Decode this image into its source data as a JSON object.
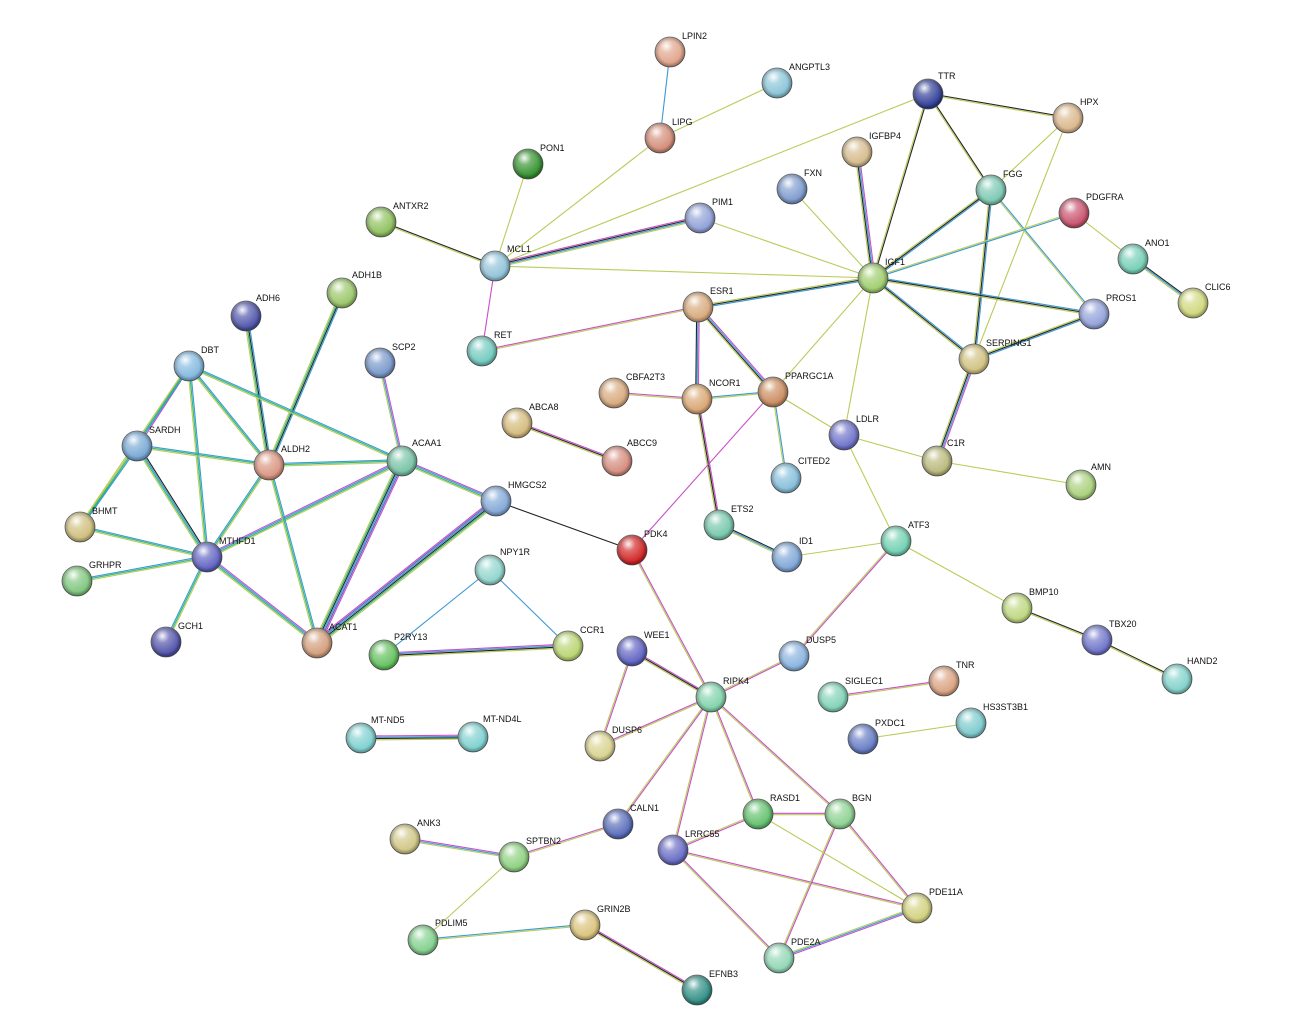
{
  "nodes": [
    {
      "id": "LPIN2",
      "color": "#e0a187"
    },
    {
      "id": "ANGPTL3",
      "color": "#86c3d6"
    },
    {
      "id": "TTR",
      "color": "#2c3a94"
    },
    {
      "id": "HPX",
      "color": "#d8b589"
    },
    {
      "id": "LIPG",
      "color": "#d28a75"
    },
    {
      "id": "PON1",
      "color": "#2f8f2a"
    },
    {
      "id": "IGFBP4",
      "color": "#d4b98a"
    },
    {
      "id": "FXN",
      "color": "#7a98cc"
    },
    {
      "id": "FGG",
      "color": "#77c7b0"
    },
    {
      "id": "PDGFRA",
      "color": "#c84e6a"
    },
    {
      "id": "ANTXR2",
      "color": "#8cbf5a"
    },
    {
      "id": "PIM1",
      "color": "#8d9ed6"
    },
    {
      "id": "ANO1",
      "color": "#72cdb4"
    },
    {
      "id": "MCL1",
      "color": "#8ec1d8"
    },
    {
      "id": "IGF1",
      "color": "#9ccc6a"
    },
    {
      "id": "CLIC6",
      "color": "#cfd77a"
    },
    {
      "id": "ADH1B",
      "color": "#98c566"
    },
    {
      "id": "ADH6",
      "color": "#4a50a8"
    },
    {
      "id": "ESR1",
      "color": "#d6a779"
    },
    {
      "id": "PROS1",
      "color": "#8f9fd9"
    },
    {
      "id": "RET",
      "color": "#6ec8bd"
    },
    {
      "id": "SCP2",
      "color": "#7495c8"
    },
    {
      "id": "SERPING1",
      "color": "#cfc07e"
    },
    {
      "id": "DBT",
      "color": "#7fb6de"
    },
    {
      "id": "CBFA2T3",
      "color": "#d7a77a"
    },
    {
      "id": "NCOR1",
      "color": "#d8a46f"
    },
    {
      "id": "PPARGC1A",
      "color": "#c98a5c"
    },
    {
      "id": "ABCA8",
      "color": "#d3b979"
    },
    {
      "id": "LDLR",
      "color": "#6b6fc8"
    },
    {
      "id": "SARDH",
      "color": "#74a6d3"
    },
    {
      "id": "ALDH2",
      "color": "#d9927d"
    },
    {
      "id": "ACAA1",
      "color": "#73c1a4"
    },
    {
      "id": "ABCC9",
      "color": "#d4897b"
    },
    {
      "id": "C1R",
      "color": "#b7b778"
    },
    {
      "id": "CITED2",
      "color": "#82bdd9"
    },
    {
      "id": "AMN",
      "color": "#a7cf78"
    },
    {
      "id": "HMGCS2",
      "color": "#7fa5d6"
    },
    {
      "id": "BHMT",
      "color": "#cdbd7a"
    },
    {
      "id": "ETS2",
      "color": "#73c6a9"
    },
    {
      "id": "ATF3",
      "color": "#6fcfb0"
    },
    {
      "id": "MTHFD1",
      "color": "#5b5ec0"
    },
    {
      "id": "PDK4",
      "color": "#d01f1f"
    },
    {
      "id": "ID1",
      "color": "#7ba3d6"
    },
    {
      "id": "NPY1R",
      "color": "#8dd4cc"
    },
    {
      "id": "GRHPR",
      "color": "#7cc47a"
    },
    {
      "id": "BMP10",
      "color": "#bcd67c"
    },
    {
      "id": "TBX20",
      "color": "#6a70c8"
    },
    {
      "id": "GCH1",
      "color": "#4d4ea8"
    },
    {
      "id": "ACAT1",
      "color": "#d19b78"
    },
    {
      "id": "P2RY13",
      "color": "#5fbf5a"
    },
    {
      "id": "CCR1",
      "color": "#b7d36e"
    },
    {
      "id": "WEE1",
      "color": "#5b5ec0"
    },
    {
      "id": "DUSP5",
      "color": "#86b1de"
    },
    {
      "id": "TNR",
      "color": "#d9a07f"
    },
    {
      "id": "HAND2",
      "color": "#7fd1c9"
    },
    {
      "id": "SIGLEC1",
      "color": "#7ed1b4"
    },
    {
      "id": "RIPK4",
      "color": "#7ed1aa"
    },
    {
      "id": "HS3ST3B1",
      "color": "#79c9cc"
    },
    {
      "id": "PXDC1",
      "color": "#6278c3"
    },
    {
      "id": "MT-ND5",
      "color": "#7ccfcf"
    },
    {
      "id": "MT-ND4L",
      "color": "#7ccfcf"
    },
    {
      "id": "DUSP6",
      "color": "#d8d28d"
    },
    {
      "id": "RASD1",
      "color": "#5fbf6a"
    },
    {
      "id": "BGN",
      "color": "#8ad08f"
    },
    {
      "id": "CALN1",
      "color": "#5468b8"
    },
    {
      "id": "ANK3",
      "color": "#cfc583"
    },
    {
      "id": "SPTBN2",
      "color": "#8bcf7c"
    },
    {
      "id": "LRRC55",
      "color": "#6467c2"
    },
    {
      "id": "PDE11A",
      "color": "#d1d07c"
    },
    {
      "id": "GRIN2B",
      "color": "#d8c178"
    },
    {
      "id": "PDLIM5",
      "color": "#7fcf8a"
    },
    {
      "id": "PDE2A",
      "color": "#8fd5b4"
    },
    {
      "id": "EFNB3",
      "color": "#2b8c83"
    }
  ],
  "edges": [
    {
      "a": "LPIN2",
      "b": "LIPG",
      "c": [
        "#3a9ad6"
      ]
    },
    {
      "a": "ANGPTL3",
      "b": "LIPG",
      "c": [
        "#b9cc5a"
      ]
    },
    {
      "a": "LIPG",
      "b": "MCL1",
      "c": [
        "#b9cc5a"
      ]
    },
    {
      "a": "PON1",
      "b": "MCL1",
      "c": [
        "#b9cc5a"
      ]
    },
    {
      "a": "TTR",
      "b": "MCL1",
      "c": [
        "#b9cc5a"
      ]
    },
    {
      "a": "TTR",
      "b": "HPX",
      "c": [
        "#222222",
        "#b9cc5a"
      ]
    },
    {
      "a": "TTR",
      "b": "IGF1",
      "c": [
        "#222222",
        "#b9cc5a"
      ]
    },
    {
      "a": "TTR",
      "b": "FGG",
      "c": [
        "#222222",
        "#b9cc5a"
      ]
    },
    {
      "a": "HPX",
      "b": "FGG",
      "c": [
        "#b9cc5a"
      ]
    },
    {
      "a": "HPX",
      "b": "SERPING1",
      "c": [
        "#b9cc5a"
      ]
    },
    {
      "a": "ANTXR2",
      "b": "MCL1",
      "c": [
        "#222222",
        "#b9cc5a"
      ]
    },
    {
      "a": "MCL1",
      "b": "PIM1",
      "c": [
        "#c94fc9",
        "#222222",
        "#3a9ad6",
        "#b9cc5a"
      ]
    },
    {
      "a": "MCL1",
      "b": "IGF1",
      "c": [
        "#b9cc5a"
      ]
    },
    {
      "a": "MCL1",
      "b": "RET",
      "c": [
        "#c94fc9"
      ]
    },
    {
      "a": "PIM1",
      "b": "IGF1",
      "c": [
        "#b9cc5a"
      ]
    },
    {
      "a": "IGFBP4",
      "b": "IGF1",
      "c": [
        "#c94fc9",
        "#3a9ad6",
        "#222222",
        "#b9cc5a"
      ]
    },
    {
      "a": "FXN",
      "b": "IGF1",
      "c": [
        "#b9cc5a"
      ]
    },
    {
      "a": "FGG",
      "b": "IGF1",
      "c": [
        "#3a9ad6",
        "#222222",
        "#b9cc5a"
      ]
    },
    {
      "a": "FGG",
      "b": "SERPING1",
      "c": [
        "#3a9ad6",
        "#222222",
        "#b9cc5a"
      ]
    },
    {
      "a": "FGG",
      "b": "PROS1",
      "c": [
        "#3a9ad6",
        "#b9cc5a"
      ]
    },
    {
      "a": "PDGFRA",
      "b": "IGF1",
      "c": [
        "#3a9ad6",
        "#b9cc5a"
      ]
    },
    {
      "a": "PDGFRA",
      "b": "ANO1",
      "c": [
        "#b9cc5a"
      ]
    },
    {
      "a": "ANO1",
      "b": "CLIC6",
      "c": [
        "#222222",
        "#3a9ad6",
        "#b9cc5a"
      ]
    },
    {
      "a": "IGF1",
      "b": "PROS1",
      "c": [
        "#3a9ad6",
        "#222222",
        "#b9cc5a"
      ]
    },
    {
      "a": "IGF1",
      "b": "SERPING1",
      "c": [
        "#3a9ad6",
        "#222222",
        "#b9cc5a"
      ]
    },
    {
      "a": "IGF1",
      "b": "ESR1",
      "c": [
        "#3a9ad6",
        "#222222",
        "#b9cc5a"
      ]
    },
    {
      "a": "IGF1",
      "b": "PPARGC1A",
      "c": [
        "#b9cc5a"
      ]
    },
    {
      "a": "IGF1",
      "b": "LDLR",
      "c": [
        "#b9cc5a"
      ]
    },
    {
      "a": "PROS1",
      "b": "SERPING1",
      "c": [
        "#3a9ad6",
        "#222222",
        "#b9cc5a"
      ]
    },
    {
      "a": "SERPING1",
      "b": "C1R",
      "c": [
        "#c94fc9",
        "#3a9ad6",
        "#222222",
        "#b9cc5a"
      ]
    },
    {
      "a": "RET",
      "b": "ESR1",
      "c": [
        "#c94fc9",
        "#b9cc5a"
      ]
    },
    {
      "a": "ESR1",
      "b": "NCOR1",
      "c": [
        "#c94fc9",
        "#3a9ad6",
        "#222222"
      ]
    },
    {
      "a": "ESR1",
      "b": "PPARGC1A",
      "c": [
        "#c94fc9",
        "#3a9ad6",
        "#222222",
        "#b9cc5a"
      ]
    },
    {
      "a": "CBFA2T3",
      "b": "NCOR1",
      "c": [
        "#c94fc9",
        "#b9cc5a"
      ]
    },
    {
      "a": "NCOR1",
      "b": "PPARGC1A",
      "c": [
        "#3a9ad6",
        "#b9cc5a"
      ]
    },
    {
      "a": "NCOR1",
      "b": "ETS2",
      "c": [
        "#c94fc9",
        "#222222",
        "#b9cc5a"
      ]
    },
    {
      "a": "PPARGC1A",
      "b": "CITED2",
      "c": [
        "#3a9ad6",
        "#b9cc5a"
      ]
    },
    {
      "a": "PPARGC1A",
      "b": "LDLR",
      "c": [
        "#b9cc5a"
      ]
    },
    {
      "a": "PPARGC1A",
      "b": "PDK4",
      "c": [
        "#c94fc9"
      ]
    },
    {
      "a": "LDLR",
      "b": "C1R",
      "c": [
        "#b9cc5a"
      ]
    },
    {
      "a": "LDLR",
      "b": "ATF3",
      "c": [
        "#b9cc5a"
      ]
    },
    {
      "a": "C1R",
      "b": "AMN",
      "c": [
        "#b9cc5a"
      ]
    },
    {
      "a": "ABCA8",
      "b": "ABCC9",
      "c": [
        "#c94fc9",
        "#222222",
        "#b9cc5a"
      ]
    },
    {
      "a": "ETS2",
      "b": "ID1",
      "c": [
        "#222222",
        "#3a9ad6",
        "#b9cc5a"
      ]
    },
    {
      "a": "ID1",
      "b": "ATF3",
      "c": [
        "#b9cc5a"
      ]
    },
    {
      "a": "ATF3",
      "b": "DUSP5",
      "c": [
        "#c94fc9",
        "#b9cc5a"
      ]
    },
    {
      "a": "ATF3",
      "b": "BMP10",
      "c": [
        "#b9cc5a"
      ]
    },
    {
      "a": "BMP10",
      "b": "TBX20",
      "c": [
        "#222222",
        "#b9cc5a"
      ]
    },
    {
      "a": "TBX20",
      "b": "HAND2",
      "c": [
        "#222222",
        "#b9cc5a"
      ]
    },
    {
      "a": "ADH1B",
      "b": "ALDH2",
      "c": [
        "#3a9ad6",
        "#222222",
        "#2fb87a",
        "#b9cc5a"
      ]
    },
    {
      "a": "ADH6",
      "b": "ALDH2",
      "c": [
        "#3a9ad6",
        "#222222",
        "#2fb87a",
        "#b9cc5a"
      ]
    },
    {
      "a": "SCP2",
      "b": "ACAA1",
      "c": [
        "#c94fc9",
        "#3a9ad6",
        "#b9cc5a"
      ]
    },
    {
      "a": "DBT",
      "b": "SARDH",
      "c": [
        "#c94fc9",
        "#2fb87a",
        "#b9cc5a"
      ]
    },
    {
      "a": "DBT",
      "b": "ALDH2",
      "c": [
        "#3a9ad6",
        "#2fb87a",
        "#b9cc5a"
      ]
    },
    {
      "a": "DBT",
      "b": "MTHFD1",
      "c": [
        "#3a9ad6",
        "#2fb87a",
        "#b9cc5a"
      ]
    },
    {
      "a": "DBT",
      "b": "BHMT",
      "c": [
        "#3a9ad6",
        "#2fb87a",
        "#b9cc5a"
      ]
    },
    {
      "a": "DBT",
      "b": "ACAA1",
      "c": [
        "#3a9ad6",
        "#2fb87a",
        "#b9cc5a"
      ]
    },
    {
      "a": "SARDH",
      "b": "MTHFD1",
      "c": [
        "#222222",
        "#3a9ad6",
        "#2fb87a",
        "#b9cc5a"
      ]
    },
    {
      "a": "SARDH",
      "b": "BHMT",
      "c": [
        "#3a9ad6",
        "#2fb87a",
        "#b9cc5a"
      ]
    },
    {
      "a": "SARDH",
      "b": "ALDH2",
      "c": [
        "#3a9ad6",
        "#2fb87a",
        "#b9cc5a"
      ]
    },
    {
      "a": "BHMT",
      "b": "MTHFD1",
      "c": [
        "#3a9ad6",
        "#2fb87a",
        "#b9cc5a"
      ]
    },
    {
      "a": "GRHPR",
      "b": "MTHFD1",
      "c": [
        "#3a9ad6",
        "#2fb87a",
        "#b9cc5a"
      ]
    },
    {
      "a": "GCH1",
      "b": "MTHFD1",
      "c": [
        "#3a9ad6",
        "#2fb87a",
        "#b9cc5a"
      ]
    },
    {
      "a": "MTHFD1",
      "b": "ALDH2",
      "c": [
        "#3a9ad6",
        "#2fb87a",
        "#b9cc5a"
      ]
    },
    {
      "a": "MTHFD1",
      "b": "ACAA1",
      "c": [
        "#c94fc9",
        "#3a9ad6",
        "#2fb87a",
        "#b9cc5a"
      ]
    },
    {
      "a": "MTHFD1",
      "b": "ACAT1",
      "c": [
        "#c94fc9",
        "#3a9ad6",
        "#2fb87a",
        "#b9cc5a"
      ]
    },
    {
      "a": "ALDH2",
      "b": "ACAA1",
      "c": [
        "#3a9ad6",
        "#2fb87a",
        "#b9cc5a"
      ]
    },
    {
      "a": "ALDH2",
      "b": "ACAT1",
      "c": [
        "#3a9ad6",
        "#2fb87a",
        "#b9cc5a"
      ]
    },
    {
      "a": "ACAA1",
      "b": "ACAT1",
      "c": [
        "#c94fc9",
        "#5b5ec0",
        "#3a9ad6",
        "#222222",
        "#2fb87a",
        "#b9cc5a"
      ]
    },
    {
      "a": "ACAA1",
      "b": "HMGCS2",
      "c": [
        "#c94fc9",
        "#3a9ad6",
        "#2fb87a",
        "#b9cc5a"
      ]
    },
    {
      "a": "ACAT1",
      "b": "HMGCS2",
      "c": [
        "#c94fc9",
        "#5b5ec0",
        "#3a9ad6",
        "#222222",
        "#2fb87a",
        "#b9cc5a"
      ]
    },
    {
      "a": "HMGCS2",
      "b": "PDK4",
      "c": [
        "#222222"
      ]
    },
    {
      "a": "NPY1R",
      "b": "P2RY13",
      "c": [
        "#3a9ad6"
      ]
    },
    {
      "a": "NPY1R",
      "b": "CCR1",
      "c": [
        "#3a9ad6"
      ]
    },
    {
      "a": "P2RY13",
      "b": "CCR1",
      "c": [
        "#c94fc9",
        "#3a9ad6",
        "#222222",
        "#b9cc5a"
      ]
    },
    {
      "a": "PDK4",
      "b": "RIPK4",
      "c": [
        "#c94fc9",
        "#b9cc5a"
      ]
    },
    {
      "a": "WEE1",
      "b": "RIPK4",
      "c": [
        "#c94fc9",
        "#222222",
        "#b9cc5a"
      ]
    },
    {
      "a": "WEE1",
      "b": "DUSP6",
      "c": [
        "#c94fc9",
        "#b9cc5a"
      ]
    },
    {
      "a": "DUSP6",
      "b": "RIPK4",
      "c": [
        "#c94fc9",
        "#b9cc5a"
      ]
    },
    {
      "a": "DUSP5",
      "b": "RIPK4",
      "c": [
        "#c94fc9",
        "#b9cc5a"
      ]
    },
    {
      "a": "RIPK4",
      "b": "CALN1",
      "c": [
        "#c94fc9",
        "#b9cc5a"
      ]
    },
    {
      "a": "RIPK4",
      "b": "LRRC55",
      "c": [
        "#c94fc9",
        "#b9cc5a"
      ]
    },
    {
      "a": "RIPK4",
      "b": "RASD1",
      "c": [
        "#c94fc9",
        "#b9cc5a"
      ]
    },
    {
      "a": "RIPK4",
      "b": "BGN",
      "c": [
        "#c94fc9",
        "#b9cc5a"
      ]
    },
    {
      "a": "SIGLEC1",
      "b": "TNR",
      "c": [
        "#c94fc9",
        "#b9cc5a"
      ]
    },
    {
      "a": "PXDC1",
      "b": "HS3ST3B1",
      "c": [
        "#b9cc5a"
      ]
    },
    {
      "a": "MT-ND5",
      "b": "MT-ND4L",
      "c": [
        "#c94fc9",
        "#3a9ad6",
        "#222222",
        "#b9cc5a"
      ]
    },
    {
      "a": "ANK3",
      "b": "SPTBN2",
      "c": [
        "#c94fc9",
        "#3a9ad6",
        "#b9cc5a"
      ]
    },
    {
      "a": "SPTBN2",
      "b": "CALN1",
      "c": [
        "#c94fc9",
        "#b9cc5a"
      ]
    },
    {
      "a": "SPTBN2",
      "b": "PDLIM5",
      "c": [
        "#b9cc5a"
      ]
    },
    {
      "a": "PDLIM5",
      "b": "GRIN2B",
      "c": [
        "#3a9ad6",
        "#b9cc5a"
      ]
    },
    {
      "a": "GRIN2B",
      "b": "EFNB3",
      "c": [
        "#c94fc9",
        "#222222",
        "#b9cc5a"
      ]
    },
    {
      "a": "RASD1",
      "b": "LRRC55",
      "c": [
        "#c94fc9",
        "#b9cc5a"
      ]
    },
    {
      "a": "RASD1",
      "b": "BGN",
      "c": [
        "#c94fc9",
        "#b9cc5a"
      ]
    },
    {
      "a": "LRRC55",
      "b": "PDE11A",
      "c": [
        "#c94fc9",
        "#b9cc5a"
      ]
    },
    {
      "a": "LRRC55",
      "b": "PDE2A",
      "c": [
        "#c94fc9",
        "#b9cc5a"
      ]
    },
    {
      "a": "BGN",
      "b": "PDE11A",
      "c": [
        "#c94fc9",
        "#b9cc5a"
      ]
    },
    {
      "a": "BGN",
      "b": "PDE2A",
      "c": [
        "#c94fc9",
        "#b9cc5a"
      ]
    },
    {
      "a": "PDE11A",
      "b": "PDE2A",
      "c": [
        "#c94fc9",
        "#3a9ad6",
        "#b9cc5a"
      ]
    },
    {
      "a": "PDE11A",
      "b": "RASD1",
      "c": [
        "#b9cc5a"
      ]
    }
  ]
}
